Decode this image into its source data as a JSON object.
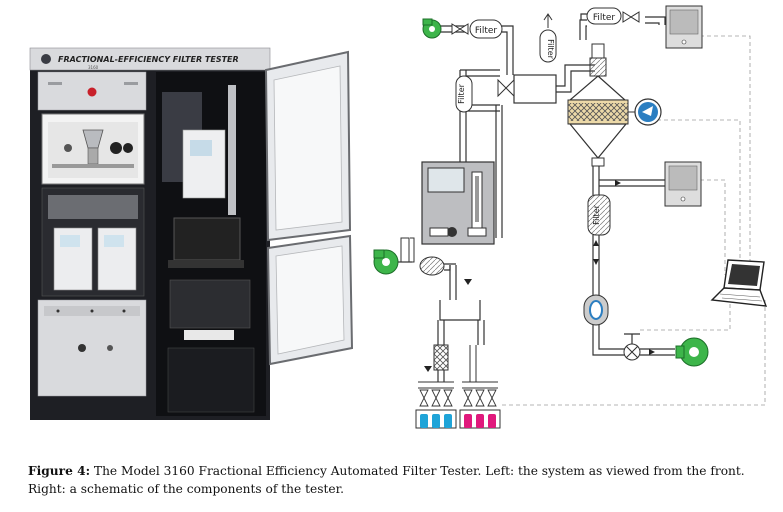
{
  "photo": {
    "panel_title": "FRACTIONAL-EFFICIENCY FILTER TESTER",
    "panel_subtitle": "3160"
  },
  "schematic": {
    "filter_label": "Filter"
  },
  "caption": {
    "label": "Figure 4:",
    "text": "  The Model 3160 Fractional Efficiency Automated Filter Tester. Left: the system as viewed from the front. Right: a schematic of the components of the tester."
  },
  "colors": {
    "blower_green": "#3db54a",
    "meter_blue": "#2b7ec1",
    "cyan_bottles": "#1fa4d8",
    "magenta_bottles": "#e0197c",
    "frame_dark": "#1e1f24",
    "panel_gray": "#d9dadd"
  }
}
